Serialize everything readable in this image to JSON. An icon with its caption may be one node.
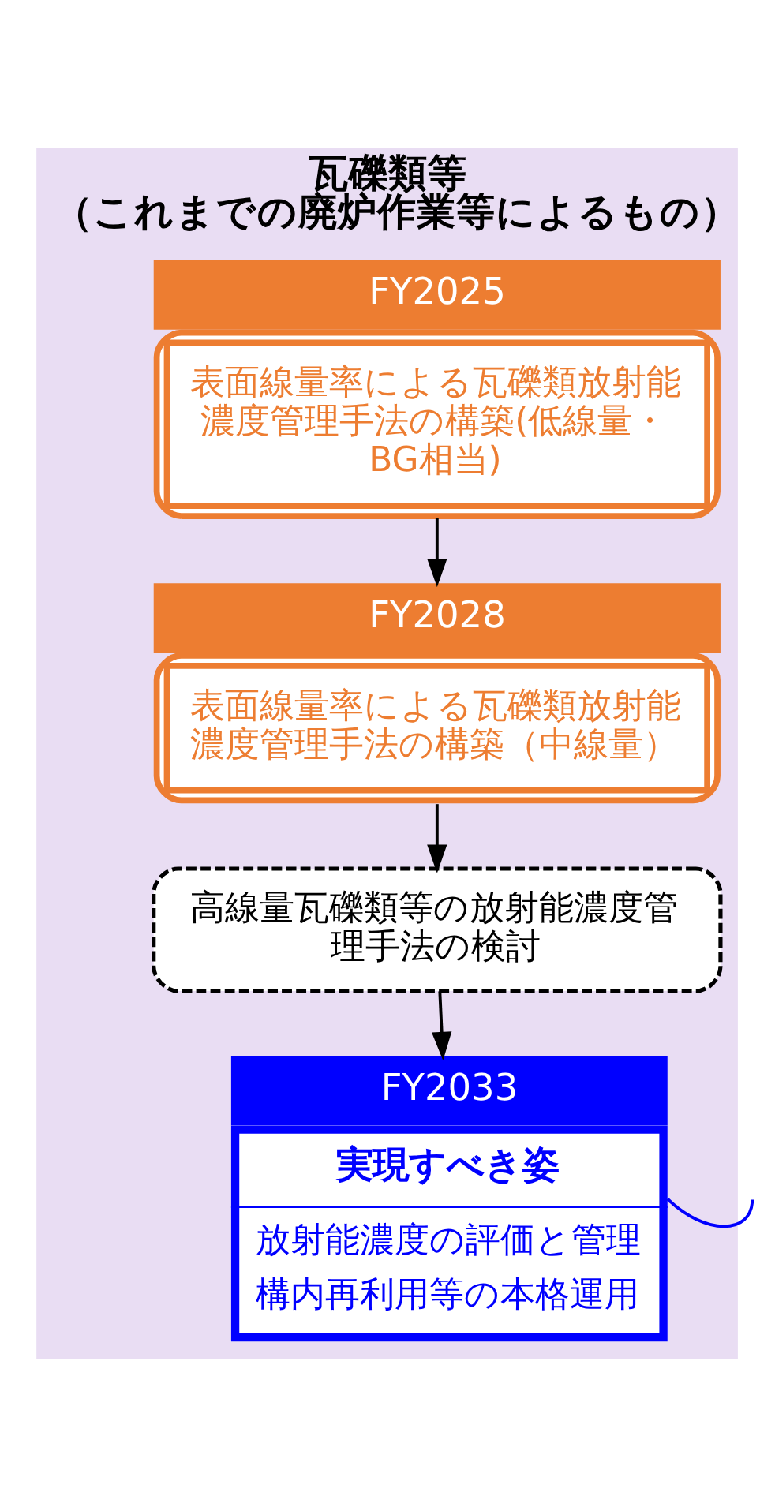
{
  "diagram": {
    "nodes": [
      {
        "text": [
          "瓦礫類等",
          "（これまでの廃炉作業等によるもの）"
        ]
      },
      {
        "text": [
          "表面線量率による瓦礫類放射能濃度管理手法の構築(低線量・BG相当)"
        ],
        "beside": [
          "FY2025"
        ],
        "in": 0
      },
      {
        "text": [
          "表面線量率による瓦礫類放射能濃度管理手法の構築（中線量）"
        ],
        "beside": [
          "FY2028"
        ],
        "in": 0
      },
      {
        "text": [
          "高線量瓦礫類等の放射能濃度管理手法の検討"
        ],
        "in": 0
      },
      {
        "text": [
          "実現すべき姿",
          "放射能濃度の評価と管理",
          "構内再利用等の本格運用"
        ],
        "beside": [
          "FY2033"
        ],
        "in": 0
      }
    ],
    "edges": [
      {
        "from": 1,
        "to": 2,
        "arrow": "to"
      },
      {
        "from": 2,
        "to": 3,
        "arrow": "to"
      },
      {
        "from": 3,
        "to": 4,
        "arrow": "to"
      },
      {
        "from": 4,
        "to": null,
        "arrow": "none",
        "color": "#0000ff"
      }
    ]
  }
}
